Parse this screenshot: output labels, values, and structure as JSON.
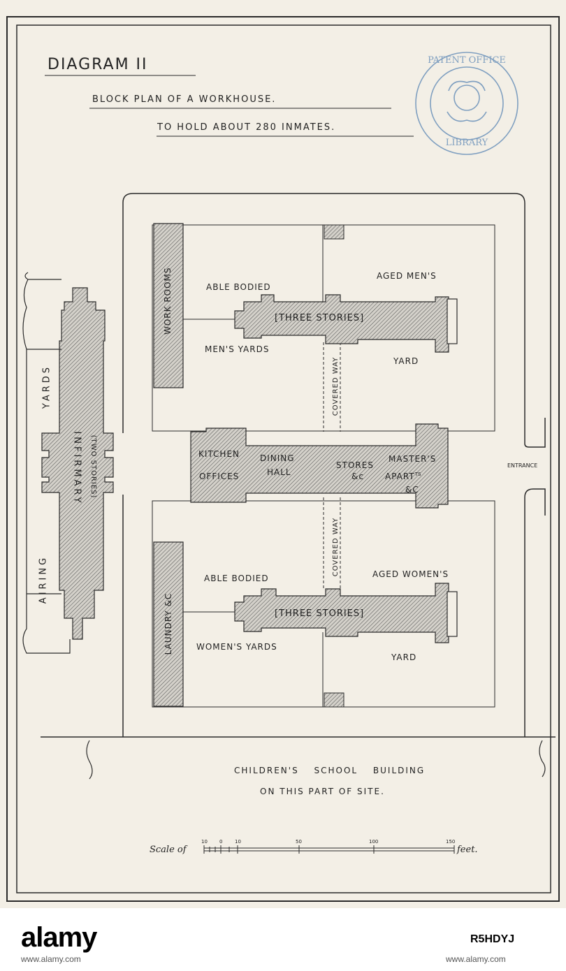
{
  "title": {
    "diagram": "DIAGRAM II",
    "subtitle": "BLOCK PLAN OF A WORKHOUSE.",
    "capacity": "TO HOLD ABOUT 280 INMATES."
  },
  "stamp": {
    "top_text": "PATENT OFFICE",
    "bottom_text": "LIBRARY"
  },
  "labels": {
    "work_rooms": "WORK ROOMS",
    "able_bodied_men": "ABLE BODIED",
    "mens_yards": "MEN'S YARDS",
    "three_stories_men": "THREE STORIES",
    "aged_mens": "AGED MEN'S",
    "yard_men": "YARD",
    "covered_way_top": "COVERED WAY",
    "covered_way_bottom": "COVERED WAY",
    "kitchen": "KITCHEN",
    "offices": "OFFICES",
    "dining": "DINING",
    "hall": "HALL",
    "stores": "STORES",
    "stores_etc": "&c",
    "masters": "MASTER'S",
    "aparts": "APART",
    "aparts_sup": "TS",
    "masters_etc": "&C",
    "entrance": "ENTRANCE",
    "infirmary": "INFIRMARY",
    "two_stories": "(TWO STORIES)",
    "yards_left": "YARDS",
    "airing": "AIRING",
    "laundry": "LAUNDRY &C",
    "able_bodied_women": "ABLE BODIED",
    "womens_yards": "WOMEN'S YARDS",
    "three_stories_women": "THREE STORIES",
    "aged_womens": "AGED WOMEN'S",
    "yard_women": "YARD",
    "childrens_line1": "CHILDREN'S SCHOOL BUILDING",
    "childrens_line2": "ON THIS PART OF SITE."
  },
  "scale": {
    "prefix": "Scale of",
    "suffix": "feet.",
    "ticks": [
      "10",
      "0",
      "10",
      "50",
      "100",
      "150"
    ]
  },
  "footer": {
    "brand": "alamy",
    "image_id": "R5HDYJ",
    "url": "www.alamy.com",
    "url2": "www.alamy.com"
  },
  "colors": {
    "paper": "#f3efe6",
    "ink": "#2a2a2a",
    "hatch_fill": "#c9c6c0",
    "stamp": "#7f9fc0"
  }
}
